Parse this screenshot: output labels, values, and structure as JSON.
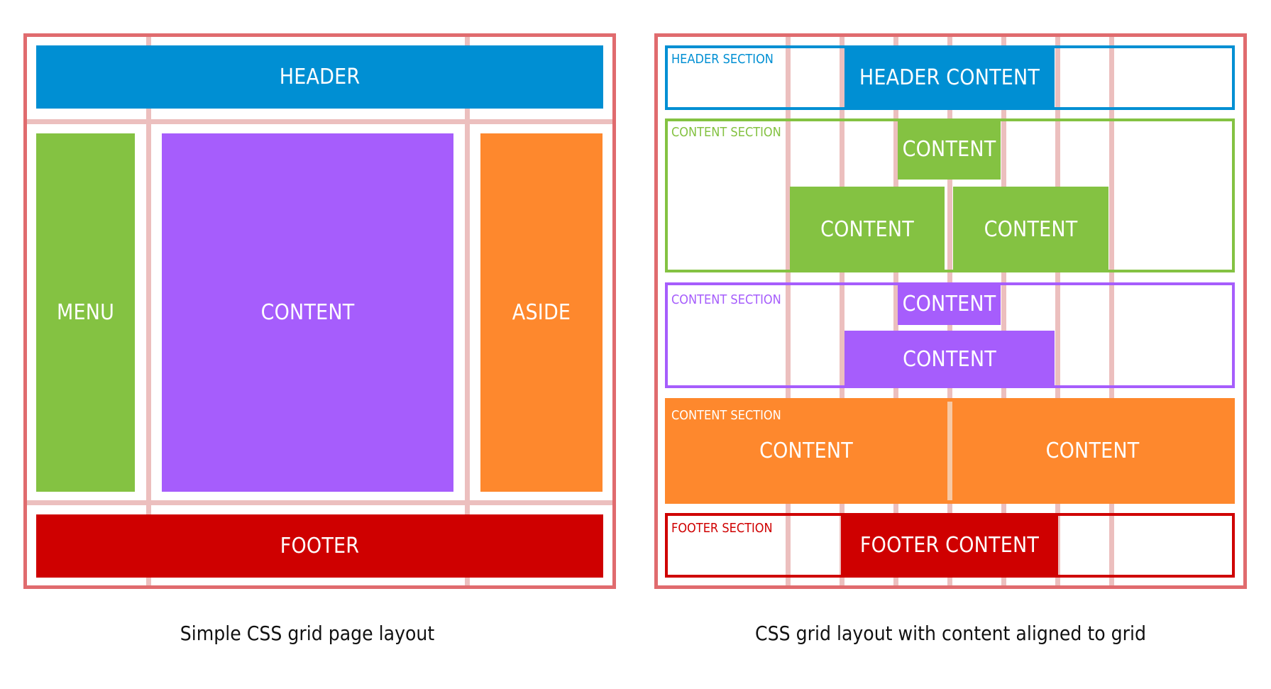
{
  "colors": {
    "grid_frame": "#e06b6e",
    "grid_line": "#ecbfbe",
    "header": "#008fd3",
    "menu": "#84c242",
    "content": "#a65dfc",
    "aside": "#fe882d",
    "footer": "#cf0000"
  },
  "left": {
    "header": "HEADER",
    "menu": "MENU",
    "content": "CONTENT",
    "aside": "ASIDE",
    "footer": "FOOTER",
    "caption": "Simple CSS grid page layout"
  },
  "right": {
    "header_section_label": "HEADER SECTION",
    "header_content": "HEADER CONTENT",
    "content_section_1_label": "CONTENT SECTION",
    "content_section_1_items": [
      "CONTENT",
      "CONTENT",
      "CONTENT"
    ],
    "content_section_2_label": "CONTENT SECTION",
    "content_section_2_items": [
      "CONTENT",
      "CONTENT"
    ],
    "content_section_3_label": "CONTENT SECTION",
    "content_section_3_items": [
      "CONTENT",
      "CONTENT"
    ],
    "footer_section_label": "FOOTER SECTION",
    "footer_content": "FOOTER CONTENT",
    "caption": "CSS grid layout with content aligned to grid"
  }
}
